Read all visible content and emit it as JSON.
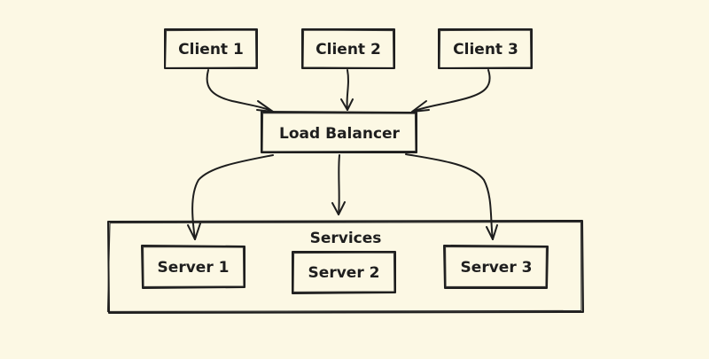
{
  "diagram": {
    "background": "#fcf8e4",
    "stroke_color": "#1e1e1e",
    "clients": [
      {
        "label": "Client 1"
      },
      {
        "label": "Client 2"
      },
      {
        "label": "Client 3"
      }
    ],
    "load_balancer": {
      "label": "Load Balancer"
    },
    "services": {
      "label": "Services",
      "servers": [
        {
          "label": "Server 1"
        },
        {
          "label": "Server 2"
        },
        {
          "label": "Server 3"
        }
      ]
    },
    "edges": [
      {
        "from": "Client 1",
        "to": "Load Balancer"
      },
      {
        "from": "Client 2",
        "to": "Load Balancer"
      },
      {
        "from": "Client 3",
        "to": "Load Balancer"
      },
      {
        "from": "Load Balancer",
        "to": "Server 1"
      },
      {
        "from": "Load Balancer",
        "to": "Services"
      },
      {
        "from": "Load Balancer",
        "to": "Server 3"
      }
    ]
  }
}
